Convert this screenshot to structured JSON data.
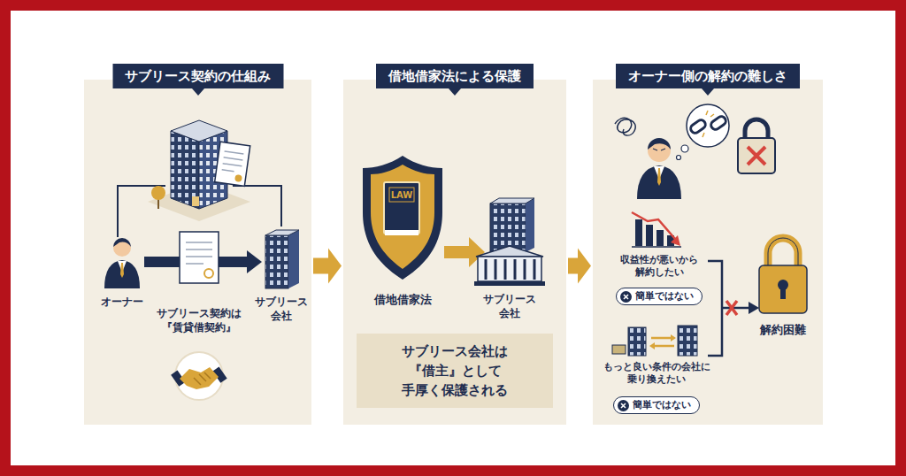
{
  "diagram": {
    "nodes": [
      {
        "text": [
          "サブリース契約の仕組み"
        ]
      },
      {
        "text": [
          "借地借家法による保護"
        ]
      },
      {
        "text": [
          "サブリース会社は 『借主』として 手厚く保護される"
        ],
        "in": 1
      },
      {
        "text": [
          "オーナー側の解約の難しさ"
        ]
      },
      {
        "text": [
          "簡単ではない"
        ],
        "in": 3
      },
      {
        "text": [
          "簡単ではない"
        ],
        "in": 3
      }
    ],
    "edges": [
      {
        "from": 0,
        "to": 1,
        "arrow": "to"
      },
      {
        "from": 1,
        "to": 3,
        "arrow": "to"
      }
    ],
    "labels": [
      "オーナー",
      "サブリース 会社",
      "サブリース契約は 『賃貸借契約』",
      "LAW",
      "借地借家法",
      "サブリース 会社",
      "収益性が悪いから 解約したい",
      "もっと良い条件の会社に 乗り換えたい",
      "解約困難"
    ]
  }
}
